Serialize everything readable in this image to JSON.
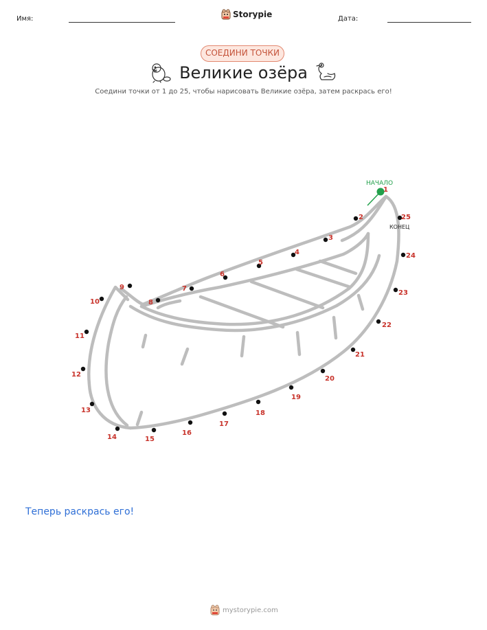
{
  "header": {
    "name_label": "Имя:",
    "date_label": "Дата:",
    "brand": "Storypie"
  },
  "badge": "СОЕДИНИ ТОЧКИ",
  "title": "Великие озёра",
  "subtitle": "Соедини точки от 1 до 25, чтобы нарисовать Великие озёра, затем раскрась его!",
  "puzzle": {
    "start_label": "НАЧАЛО",
    "end_label": "КОНЕЦ",
    "dots": [
      {
        "n": "1"
      },
      {
        "n": "2"
      },
      {
        "n": "3"
      },
      {
        "n": "4"
      },
      {
        "n": "5"
      },
      {
        "n": "6"
      },
      {
        "n": "7"
      },
      {
        "n": "8"
      },
      {
        "n": "9"
      },
      {
        "n": "10"
      },
      {
        "n": "11"
      },
      {
        "n": "12"
      },
      {
        "n": "13"
      },
      {
        "n": "14"
      },
      {
        "n": "15"
      },
      {
        "n": "16"
      },
      {
        "n": "17"
      },
      {
        "n": "18"
      },
      {
        "n": "19"
      },
      {
        "n": "20"
      },
      {
        "n": "21"
      },
      {
        "n": "22"
      },
      {
        "n": "23"
      },
      {
        "n": "24"
      },
      {
        "n": "25"
      }
    ],
    "colors": {
      "dot": "#111111",
      "number": "#c8332b",
      "start": "#22a04b",
      "outline": "#bdbdbd"
    }
  },
  "color_prompt": "Теперь раскрась его!",
  "footer": "mystorypie.com",
  "icons": {
    "brand": "storypie-logo-icon",
    "left_deco": "beaver-icon",
    "right_deco": "swan-icon"
  }
}
